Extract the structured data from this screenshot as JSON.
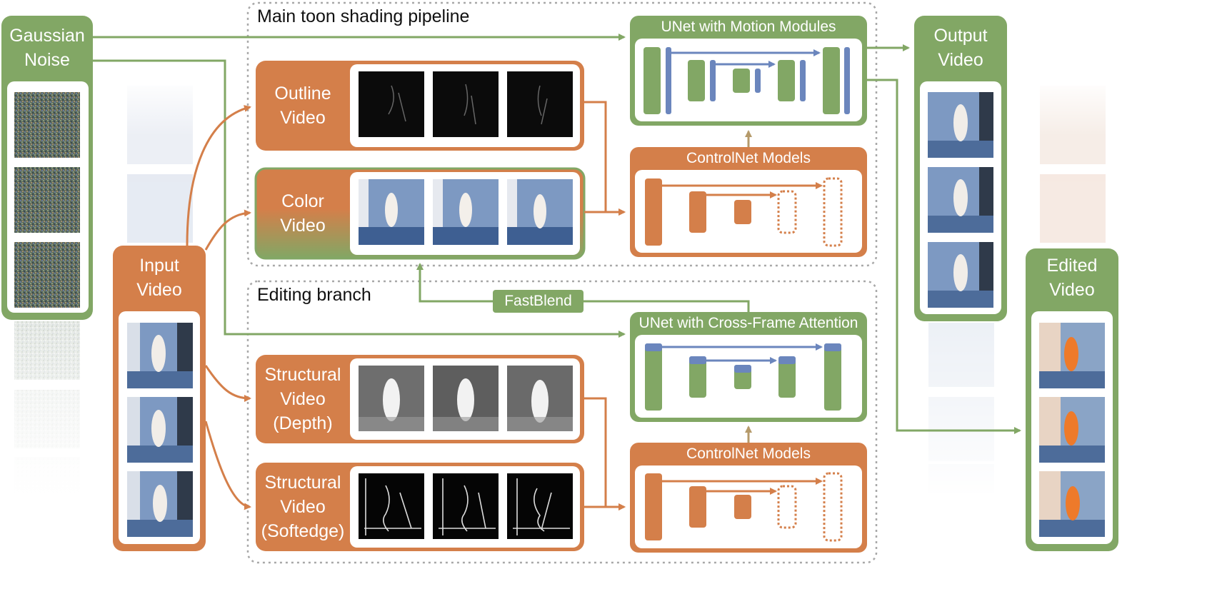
{
  "colors": {
    "green": "#82a765",
    "green_dark": "#6f9a57",
    "orange": "#d47f4a",
    "blue": "#6b86bd",
    "dashed_border": "#a8a8a8",
    "label_text": "#ffffff"
  },
  "sections": {
    "main": "Main toon shading pipeline",
    "editing": "Editing branch"
  },
  "inputs": {
    "gaussian_noise": "Gaussian\nNoise",
    "input_video": "Input\nVideo"
  },
  "videos": {
    "outline": "Outline\nVideo",
    "color": "Color\nVideo",
    "depth": "Structural\nVideo\n(Depth)",
    "softedge": "Structural\nVideo\n(Softedge)"
  },
  "models": {
    "unet_motion": "UNet with Motion Modules",
    "controlnet_main": "ControlNet Models",
    "unet_cross_frame": "UNet with Cross-Frame Attention",
    "controlnet_edit": "ControlNet Models",
    "fastblend": "FastBlend"
  },
  "outputs": {
    "output_video": "Output\nVideo",
    "edited_video": "Edited\nVideo"
  },
  "icons": {
    "frame_thumbnail": "video-frame-thumbnail-icon",
    "noise_frame": "noise-frame-icon"
  }
}
